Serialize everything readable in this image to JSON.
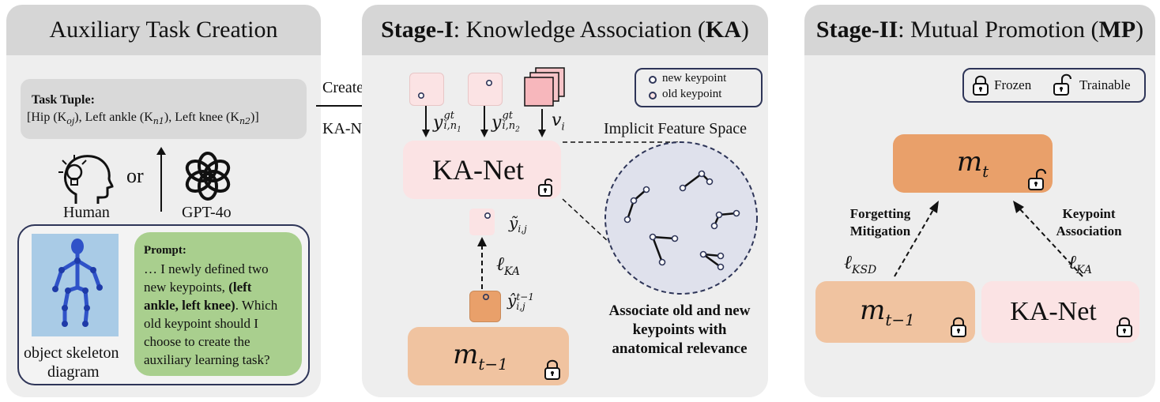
{
  "panel1": {
    "title": "Auxiliary Task Creation",
    "task_tuple_title": "Task Tuple:",
    "task_hip": "[Hip (K",
    "task_hip_sub": "oj",
    "task_ankle": "), Left ankle (K",
    "task_ankle_sub": "n1",
    "task_knee": "),  Left knee (K",
    "task_knee_sub": "n2",
    "task_end": ")]",
    "human_label": "Human",
    "or_label": "or",
    "gpt_label": "GPT-4o",
    "skeleton_label_1": "object skeleton",
    "skeleton_label_2": "diagram",
    "prompt_title": "Prompt:",
    "prompt_line1": "… I newly defined two",
    "prompt_line2a": "new keypoints, ",
    "prompt_line2b": "(left",
    "prompt_line3a": "ankle, left knee)",
    "prompt_line3b": ". Which",
    "prompt_line4": "old keypoint should I",
    "prompt_line5": "choose to create the",
    "prompt_line6": "auxiliary learning task?"
  },
  "arrow": {
    "create_label": "Create",
    "kanet_label": "KA-Net"
  },
  "panel2": {
    "title_bold": "Stage-I",
    "title_rest": ": Knowledge Association (",
    "title_abbr": "KA",
    "title_close": ")",
    "legend_new": "new keypoint",
    "legend_old": "old keypoint",
    "label_y1": "y",
    "label_y1_sup": "gt",
    "label_y1_sub": "i,n",
    "label_y1_subsub": "1",
    "label_y2": "y",
    "label_y2_sup": "gt",
    "label_y2_sub": "i,n",
    "label_y2_subsub": "2",
    "label_v": "v",
    "label_v_sub": "i",
    "feature_space": "Implicit Feature Space",
    "kanet": "KA-Net",
    "ytilde": "ỹ",
    "ytilde_sub": "i,j",
    "loss": "ℓ",
    "loss_sub": "KA",
    "yhat": "ŷ",
    "yhat_sup": "t−1",
    "yhat_sub": "i,j",
    "model_prev": "m",
    "model_prev_sub": "t−1",
    "assoc_line1": "Associate old and new",
    "assoc_line2": "keypoints with",
    "assoc_line3": "anatomical relevance"
  },
  "panel3": {
    "title_bold": "Stage-II",
    "title_rest": ": Mutual Promotion (",
    "title_abbr": "MP",
    "title_close": ")",
    "frozen": "Frozen",
    "trainable": "Trainable",
    "model_t": "m",
    "model_t_sub": "t",
    "forget_1": "Forgetting",
    "forget_2": "Mitigation",
    "kp_assoc_1": "Keypoint",
    "kp_assoc_2": "Association",
    "loss_ksd": "ℓ",
    "loss_ksd_sub": "KSD",
    "loss_ka": "ℓ",
    "loss_ka_sub": "KA",
    "model_prev": "m",
    "model_prev_sub": "t−1",
    "kanet": "KA-Net"
  },
  "colors": {
    "panel_bg": "#eeeeee",
    "header_bg": "#d6d6d6",
    "pink": "#fbe3e4",
    "orange_dark": "#e9a06a",
    "orange_light": "#f0c3a0",
    "prompt_green": "#a9cf8e",
    "task_box": "#d9d9d9",
    "navy": "#2e3558",
    "skeleton_bg": "#a9cbe6"
  }
}
